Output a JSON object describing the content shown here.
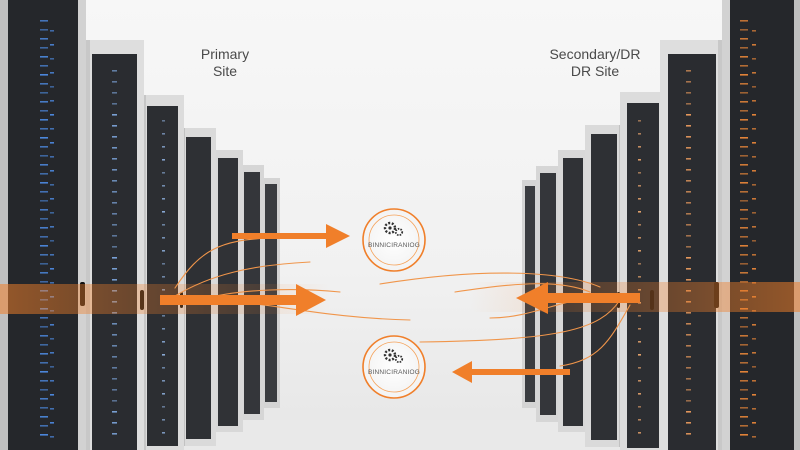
{
  "labels": {
    "primary_site": [
      "Primary",
      "Site"
    ],
    "secondary_site": [
      "Secondary/DR",
      "DR Site"
    ]
  },
  "badges": [
    {
      "text": "BINNICIRANIOG",
      "icon": "gears-icon"
    },
    {
      "text": "BINNICIRANIOG",
      "icon": "gears-icon"
    }
  ],
  "colors": {
    "accent": "#f07f2a",
    "accent_light": "#f5a35c",
    "background": "#f4f4f4",
    "rack_dark": "#2b2d30",
    "rack_frame": "#d9d9d9",
    "led_blue": "#4f8ee8",
    "led_orange": "#f08a3a"
  }
}
